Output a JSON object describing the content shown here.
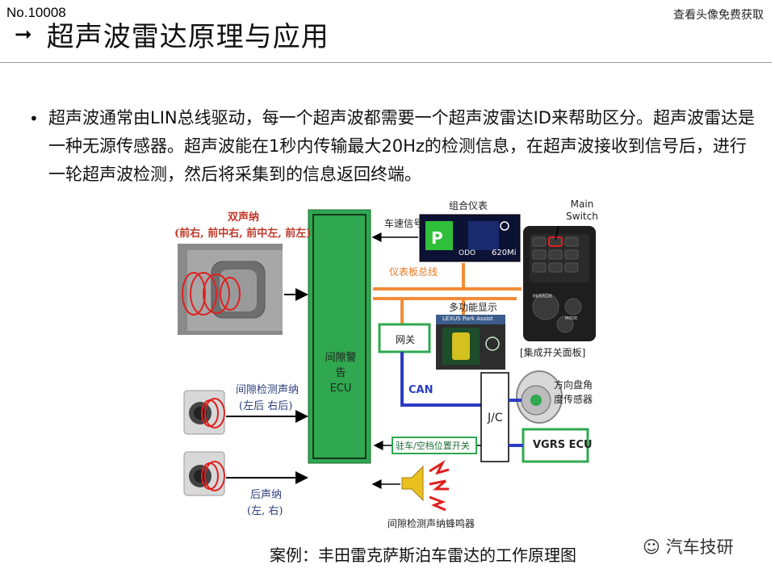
{
  "doc_no": "No.10008",
  "promo_text": "查看头像免费获取",
  "title": "超声波雷达原理与应用",
  "paragraph": "超声波通常由LIN总线驱动，每一个超声波都需要一个超声波雷达ID来帮助区分。超声波雷达是一种无源传感器。超声波能在1秒内传输最大20Hz的检测信息，在超声波接收到信号后，进行一轮超声波检测，然后将采集到的信息返回终端。",
  "diagram": {
    "ecu_line1": "间隙警告",
    "ecu_line2": "ECU",
    "double_sonar_title": "双声纳",
    "double_sonar_sub": "(前右, 前中右, 前中左, 前左)",
    "gap_sonar_title": "间隙检测声纳",
    "gap_sonar_sub": "(左后 右后)",
    "rear_sonar_title": "后声纳",
    "rear_sonar_sub": "(左, 右)",
    "speed_signal": "车速信号",
    "combo_meter": "组合仪表",
    "meter_odo": "ODO",
    "meter_miles": "620Mi",
    "main_switch": "Main Switch",
    "dash_bus": "仪表板总线",
    "multi_display": "多功能显示",
    "lexus_park": "LEXUS Park Assist",
    "gateway": "网关",
    "integrated_switch": "[集成开关面板]",
    "steering_sensor_1": "方向盘角",
    "steering_sensor_2": "度传感器",
    "jc": "J/C",
    "can": "CAN",
    "parking_switch": "驻车/空档位置开关",
    "vgrs": "VGRS ECU",
    "buzzer": "间隙检测声纳蜂鸣器",
    "mirror_label": "MIRROR",
    "mode_label": "MODE"
  },
  "caption": "案例：丰田雷克萨斯泊车雷达的工作原理图",
  "wechat_label": "汽车技研",
  "colors": {
    "bus_orange": "#f28c38",
    "can_blue": "#2b3cc4",
    "ecu_green": "#2fa84f",
    "sonar_red": "#e02020",
    "title_rule": "#9a9a9a"
  },
  "icons": [
    "arrow-icon",
    "wechat-icon",
    "speaker-icon",
    "steering-wheel-icon",
    "parking-icon"
  ]
}
